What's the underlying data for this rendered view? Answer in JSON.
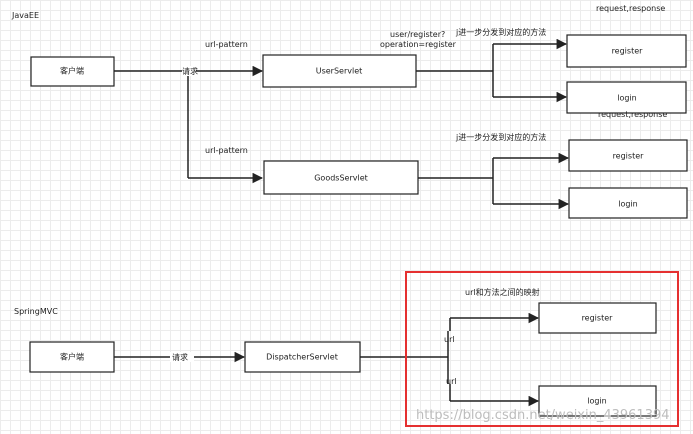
{
  "sections": {
    "javaee": "JavaEE",
    "springmvc": "SpringMVC"
  },
  "nodes": {
    "client_top": "客户端",
    "user_servlet": "UserServlet",
    "goods_servlet": "GoodsServlet",
    "register_top": "register",
    "login_top": "login",
    "register_mid": "register",
    "login_mid": "login",
    "client_bottom": "客户端",
    "dispatcher_servlet": "DispatcherServlet",
    "register_bottom": "register",
    "login_bottom": "login"
  },
  "labels": {
    "request_top": "请求",
    "url_pattern_1": "url-pattern",
    "url_pattern_2": "url-pattern",
    "user_register_1": "user/register?",
    "user_register_2": "operation=register",
    "dispatch_note_1": "j进一步分发到对应的方法",
    "dispatch_note_2": "j进一步分发到对应的方法",
    "request_response_1": "request,response",
    "request_response_2": "request,response",
    "request_bottom": "请求",
    "url_mapping": "url和方法之间的映射",
    "url_1": "url",
    "url_2": "url"
  },
  "watermark": "https://blog.csdn.net/weixin_43961394",
  "colors": {
    "highlight": "#e53030",
    "line": "#222222",
    "grid": "#ececec"
  }
}
